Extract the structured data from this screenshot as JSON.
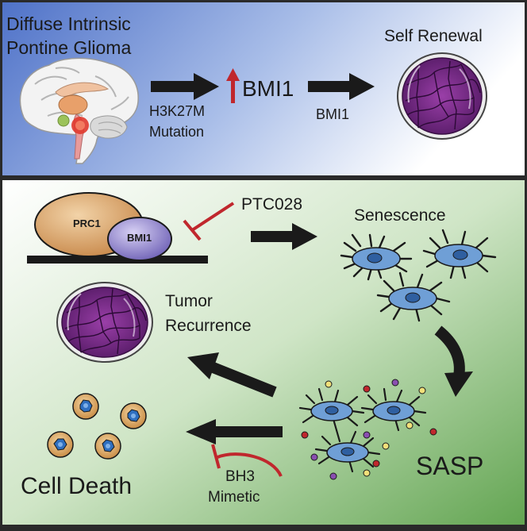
{
  "top_panel": {
    "title_line1": "Diffuse Intrinsic",
    "title_line2": "Pontine Glioma",
    "mutation_line1": "H3K27M",
    "mutation_line2": "Mutation",
    "bmi1_label": "BMI1",
    "arrow_label": "BMI1",
    "self_renewal_label": "Self Renewal"
  },
  "bottom_panel": {
    "prc1_label": "PRC1",
    "bmi1_label": "BMI1",
    "drug_label": "PTC028",
    "senescence_label": "Senescence",
    "tumor_line1": "Tumor",
    "tumor_line2": "Recurrence",
    "sasp_label": "SASP",
    "cell_death_label": "Cell Death",
    "bh3_line1": "BH3",
    "bh3_line2": "Mimetic"
  },
  "colors": {
    "top_bg_dark": "#5b7fd0",
    "top_bg_light": "#ffffff",
    "bottom_bg_dark": "#6eab5c",
    "bottom_bg_light": "#ffffff",
    "inhibitor_red": "#c0272d",
    "tumor_purple": "#7a2b8a",
    "senescent_cell_blue": "#6f9fd6",
    "prc1_tan": "#d9a36a",
    "bmi1_violet": "#8c7fc9"
  }
}
